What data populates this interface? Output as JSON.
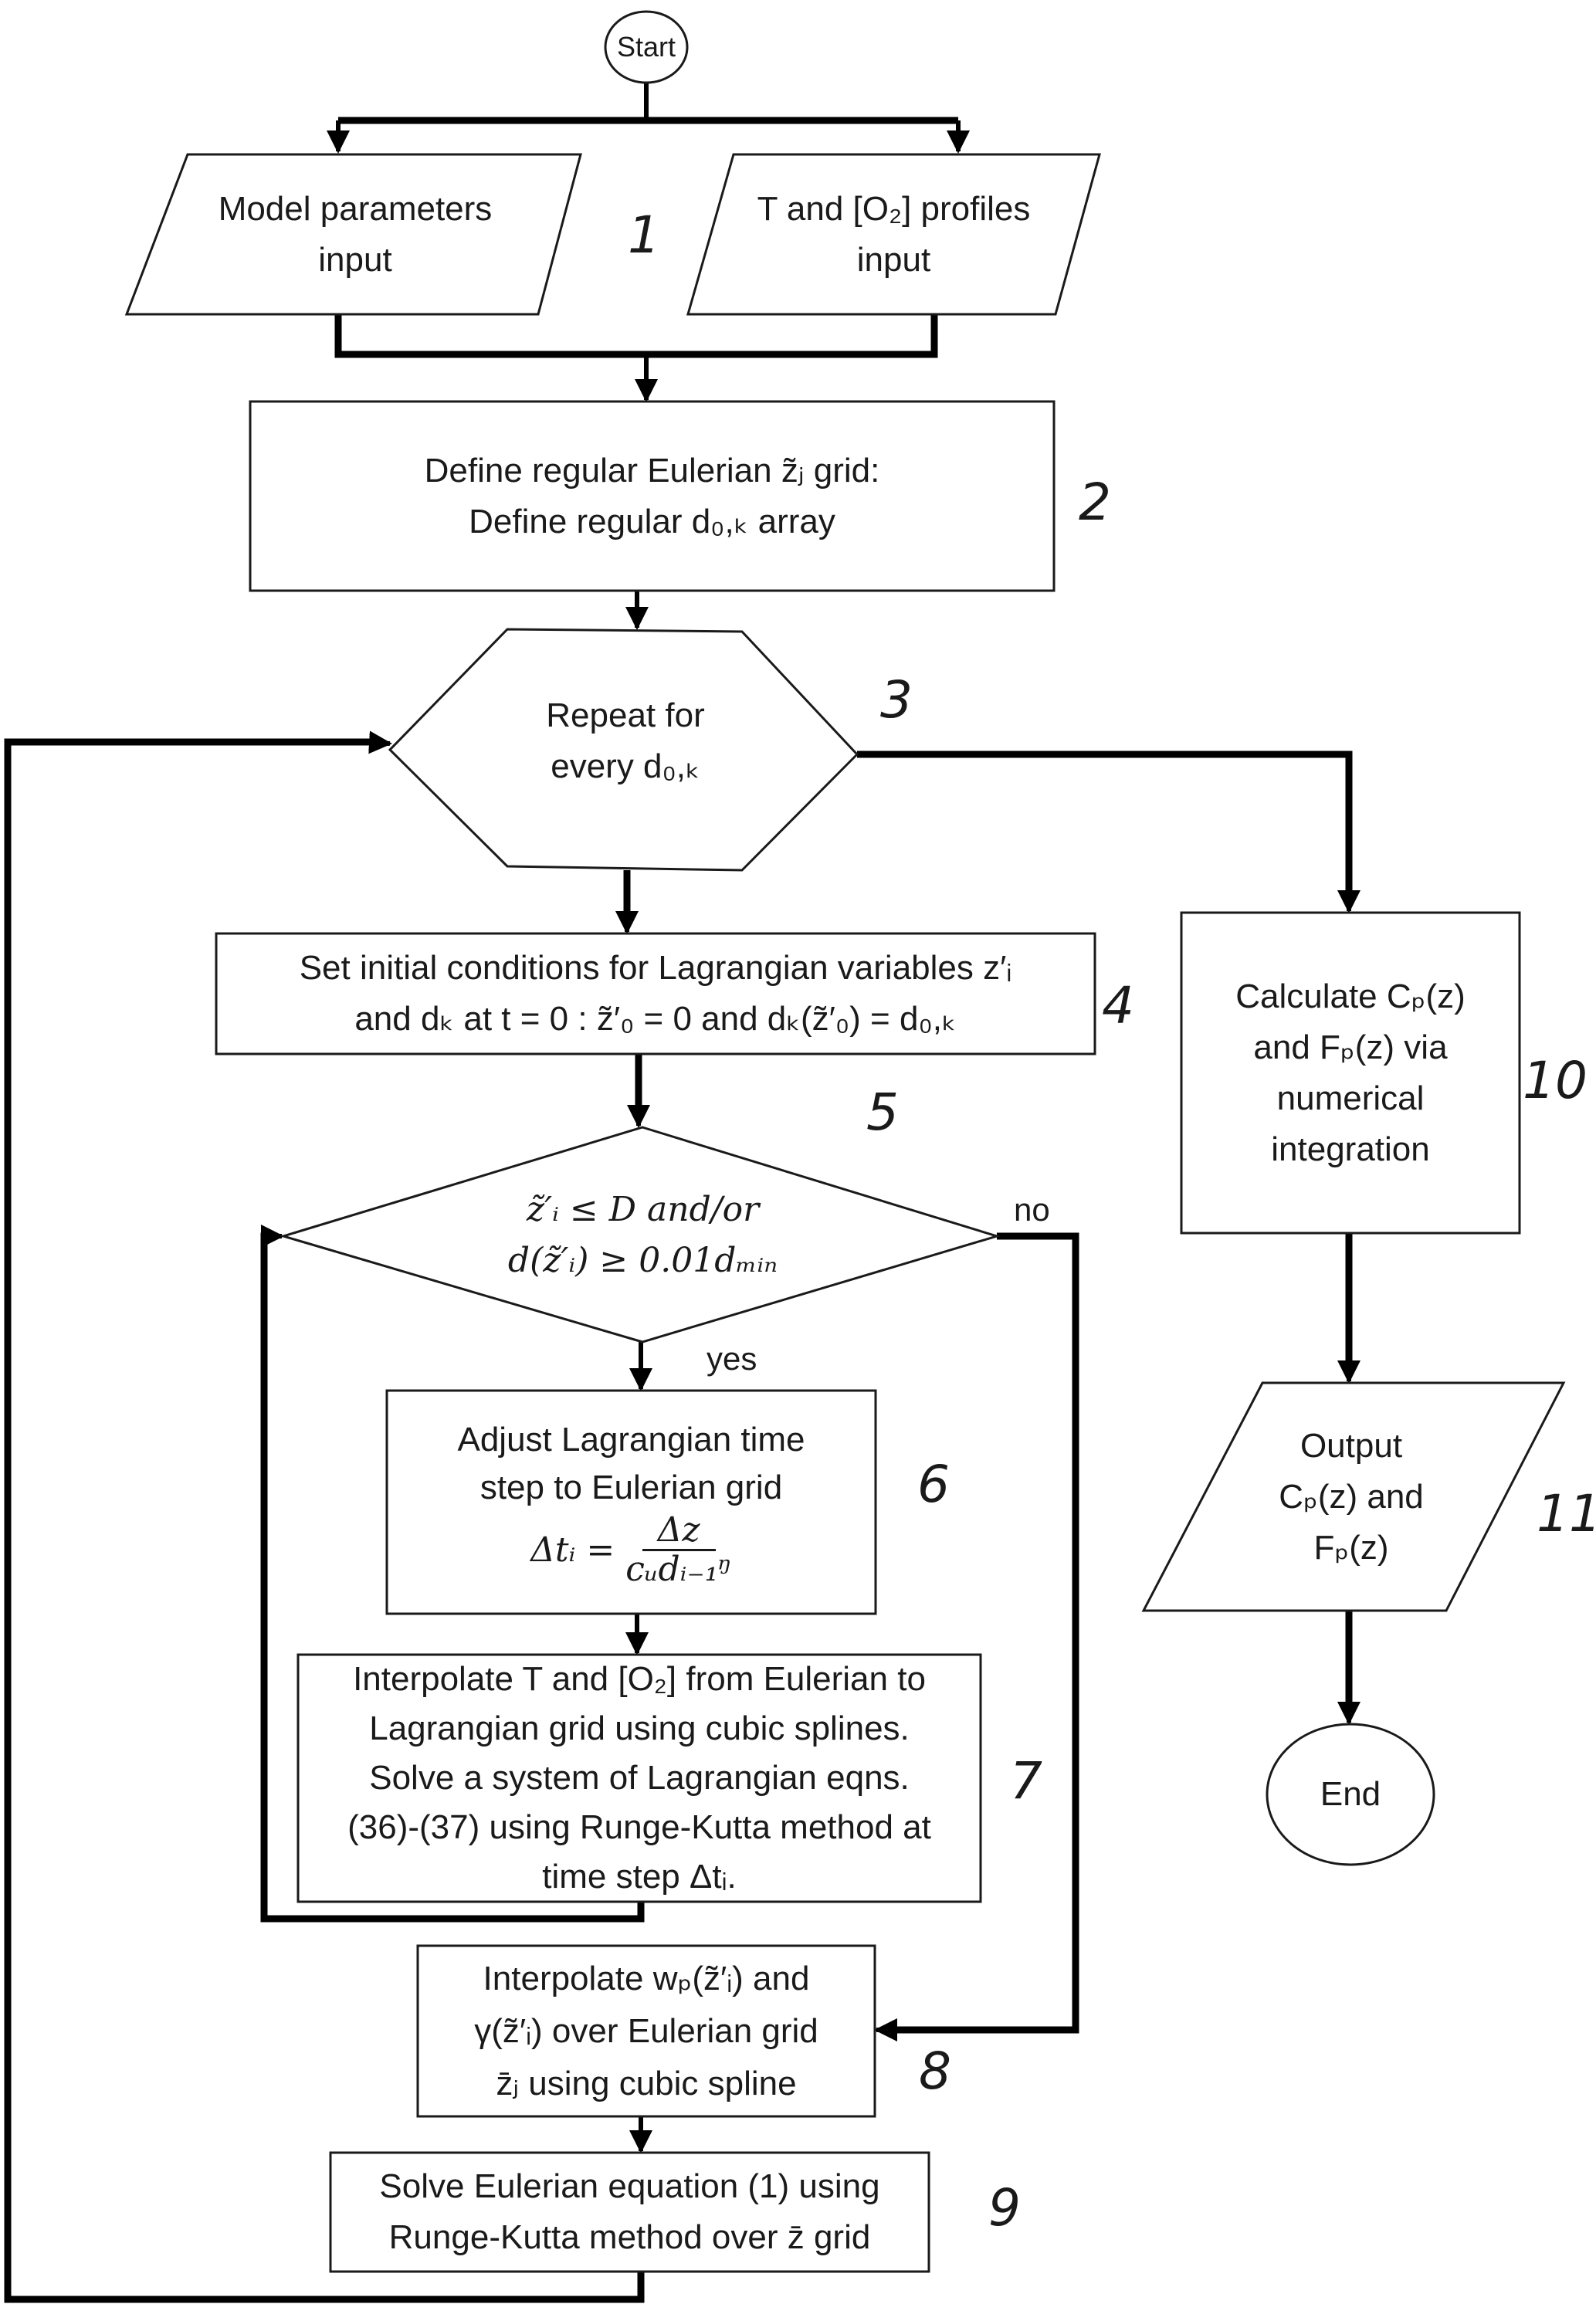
{
  "title": "Flowchart of Lagrangian-Eulerian particle model algorithm",
  "nodes": {
    "start": {
      "label": "Start"
    },
    "model_params": {
      "lines": [
        "Model parameters",
        "input"
      ]
    },
    "profiles": {
      "lines": [
        "T and [O₂] profiles",
        "input"
      ]
    },
    "define_grid": {
      "lines": [
        "Define regular Eulerian z̃ⱼ grid:",
        "Define regular d₀,ₖ array"
      ]
    },
    "repeat": {
      "lines": [
        "Repeat for",
        "every d₀,ₖ"
      ]
    },
    "initial_conditions": {
      "lines": [
        "Set initial conditions for Lagrangian variables z′ᵢ",
        "and dₖ at t = 0 : z̃′₀ = 0 and dₖ(z̃′₀) = d₀,ₖ"
      ]
    },
    "condition": {
      "lines": [
        "z̃′ᵢ ≤ D and/or",
        "d(z̃′ᵢ) ≥ 0.01dₘᵢₙ"
      ]
    },
    "adjust_timestep": {
      "lines": [
        "Adjust Lagrangian time",
        "step to Eulerian grid"
      ],
      "formula": {
        "lhs": "Δtᵢ =",
        "numerator": "Δz",
        "denominator": "cᵤdᵢ₋₁ᵑ"
      }
    },
    "interpolate_solve": {
      "lines": [
        "Interpolate T and [O₂] from Eulerian to",
        "Lagrangian grid using cubic splines.",
        "Solve a system of Lagrangian eqns.",
        "(36)-(37) using Runge-Kutta method at",
        "time step Δtᵢ."
      ]
    },
    "interpolate_wp": {
      "lines": [
        "Interpolate wₚ(z̃′ᵢ) and",
        "γ(z̃′ᵢ) over Eulerian grid",
        "z̄ⱼ  using cubic spline"
      ]
    },
    "solve_eulerian": {
      "lines": [
        "Solve Eulerian equation (1) using",
        "Runge-Kutta method over z̄ grid"
      ]
    },
    "calculate": {
      "lines": [
        "Calculate Cₚ(z)",
        "and  Fₚ(z) via",
        "numerical",
        "integration"
      ]
    },
    "output": {
      "lines": [
        "Output",
        "Cₚ(z) and",
        "Fₚ(z)"
      ]
    },
    "end": {
      "label": "End"
    }
  },
  "step_numbers": [
    "1",
    "2",
    "3",
    "4",
    "5",
    "6",
    "7",
    "8",
    "9",
    "10",
    "11"
  ],
  "branch_labels": {
    "no": "no",
    "yes": "yes"
  }
}
